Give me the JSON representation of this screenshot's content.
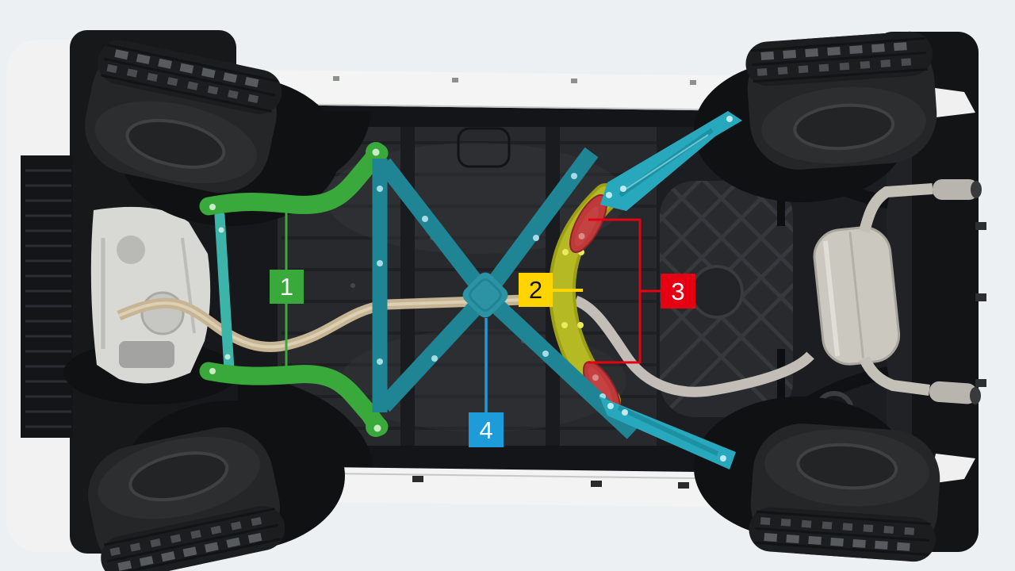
{
  "figure": {
    "type": "annotated-photo",
    "subject": "Car underbody (bottom view) with color-highlighted chassis braces and numbered callouts",
    "background_color": "#edf0f3"
  },
  "annotations": {
    "labels": [
      {
        "number": "1",
        "box_color": "#3aa93c",
        "text_color": "#ffffff",
        "highlight_color": "#3aa93c",
        "connector": "vertical line through front brace"
      },
      {
        "number": "2",
        "box_color": "#ffd400",
        "text_color": "#111111",
        "highlight_color": "#b5b923",
        "connector": "horizontal line to center bow brace"
      },
      {
        "number": "3",
        "box_color": "#e60013",
        "text_color": "#ffffff",
        "highlight_color": "#bf393b",
        "connector": "bracket spanning two red bushings"
      },
      {
        "number": "4",
        "box_color": "#1e9cd9",
        "text_color": "#ffffff",
        "highlight_color": "#1f8595",
        "connector": "vertical line to X-brace center"
      }
    ]
  },
  "palette": {
    "background": "#edf0f3",
    "body_dark": "#17181a",
    "panel_mid": "#27292c",
    "sill_white": "#f3f4f3",
    "tire": "#242628",
    "tread_light": "#585b5d",
    "engine_alloy": "#d8d8d5",
    "exhaust_front_brass": "#c6b493",
    "exhaust_rear_silver": "#c3c0b8",
    "muffler": "#cbc8c0",
    "front_brace_green": "#3aa93c",
    "front_bar_cyan": "#3db4a9",
    "x_brace_teal": "#1f8595",
    "x_plate_teal": "#2b93a3",
    "trailing_arm_teal": "#28a8bc",
    "center_bow_olive": "#b5b923",
    "bushing_red": "#bf393b"
  }
}
